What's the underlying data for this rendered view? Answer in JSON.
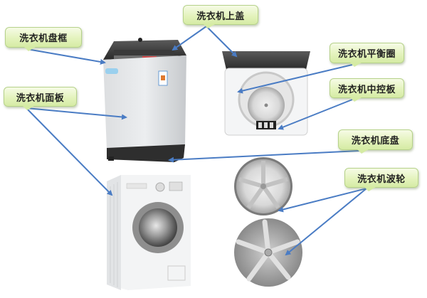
{
  "diagram": {
    "title": "",
    "accent_colors": {
      "arrow": "#4a7cc4",
      "callout_fill_top": "#f6fbe6",
      "callout_fill_bottom": "#d5eba4",
      "callout_border": "#b6d28a"
    },
    "labels": [
      {
        "id": "frame",
        "text": "洗衣机盘框"
      },
      {
        "id": "lid",
        "text": "洗衣机上盖"
      },
      {
        "id": "panel",
        "text": "洗衣机面板"
      },
      {
        "id": "balance",
        "text": "洗衣机平衡圈"
      },
      {
        "id": "control",
        "text": "洗衣机中控板"
      },
      {
        "id": "base",
        "text": "洗衣机底盘"
      },
      {
        "id": "impeller",
        "text": "洗衣机波轮"
      }
    ],
    "images": [
      {
        "id": "top-loader-closed",
        "description": "top-load washing machine, lid closed"
      },
      {
        "id": "top-loader-open",
        "description": "top-load washing machine, lid open showing drum"
      },
      {
        "id": "front-loader",
        "description": "front-load washing machine"
      },
      {
        "id": "impeller-1",
        "description": "impeller disc (perforated)"
      },
      {
        "id": "impeller-2",
        "description": "impeller disc (large vanes)"
      }
    ]
  }
}
